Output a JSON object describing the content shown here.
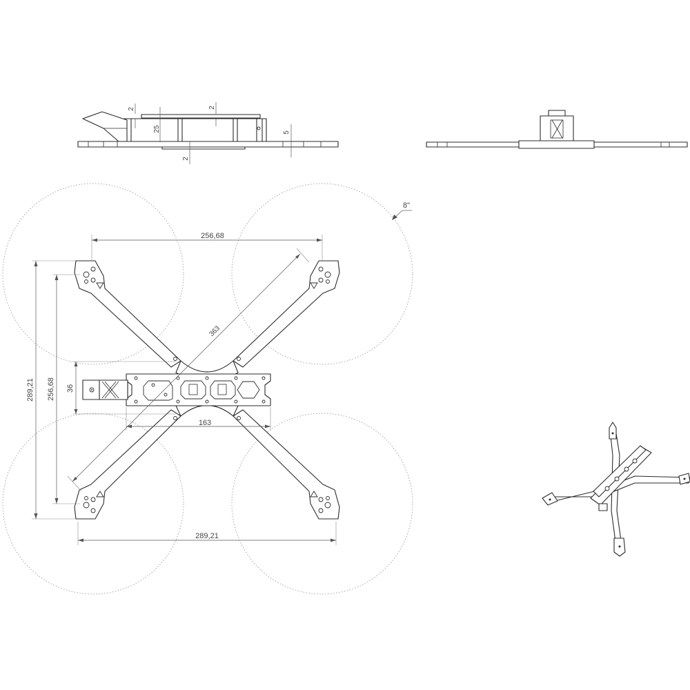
{
  "dimensions": {
    "side_plate_gap_left": "2",
    "side_plate_gap_right": "2",
    "side_standoff_height": "25",
    "side_bottom_plate": "2",
    "side_arm_thickness": "5",
    "arm_spread_top": "256,68",
    "diagonal": "363",
    "total_height": "289,21",
    "inner_height": "256,68",
    "body_width": "36",
    "body_length": "163",
    "total_width_bottom": "289,21",
    "prop_size": "8\""
  }
}
